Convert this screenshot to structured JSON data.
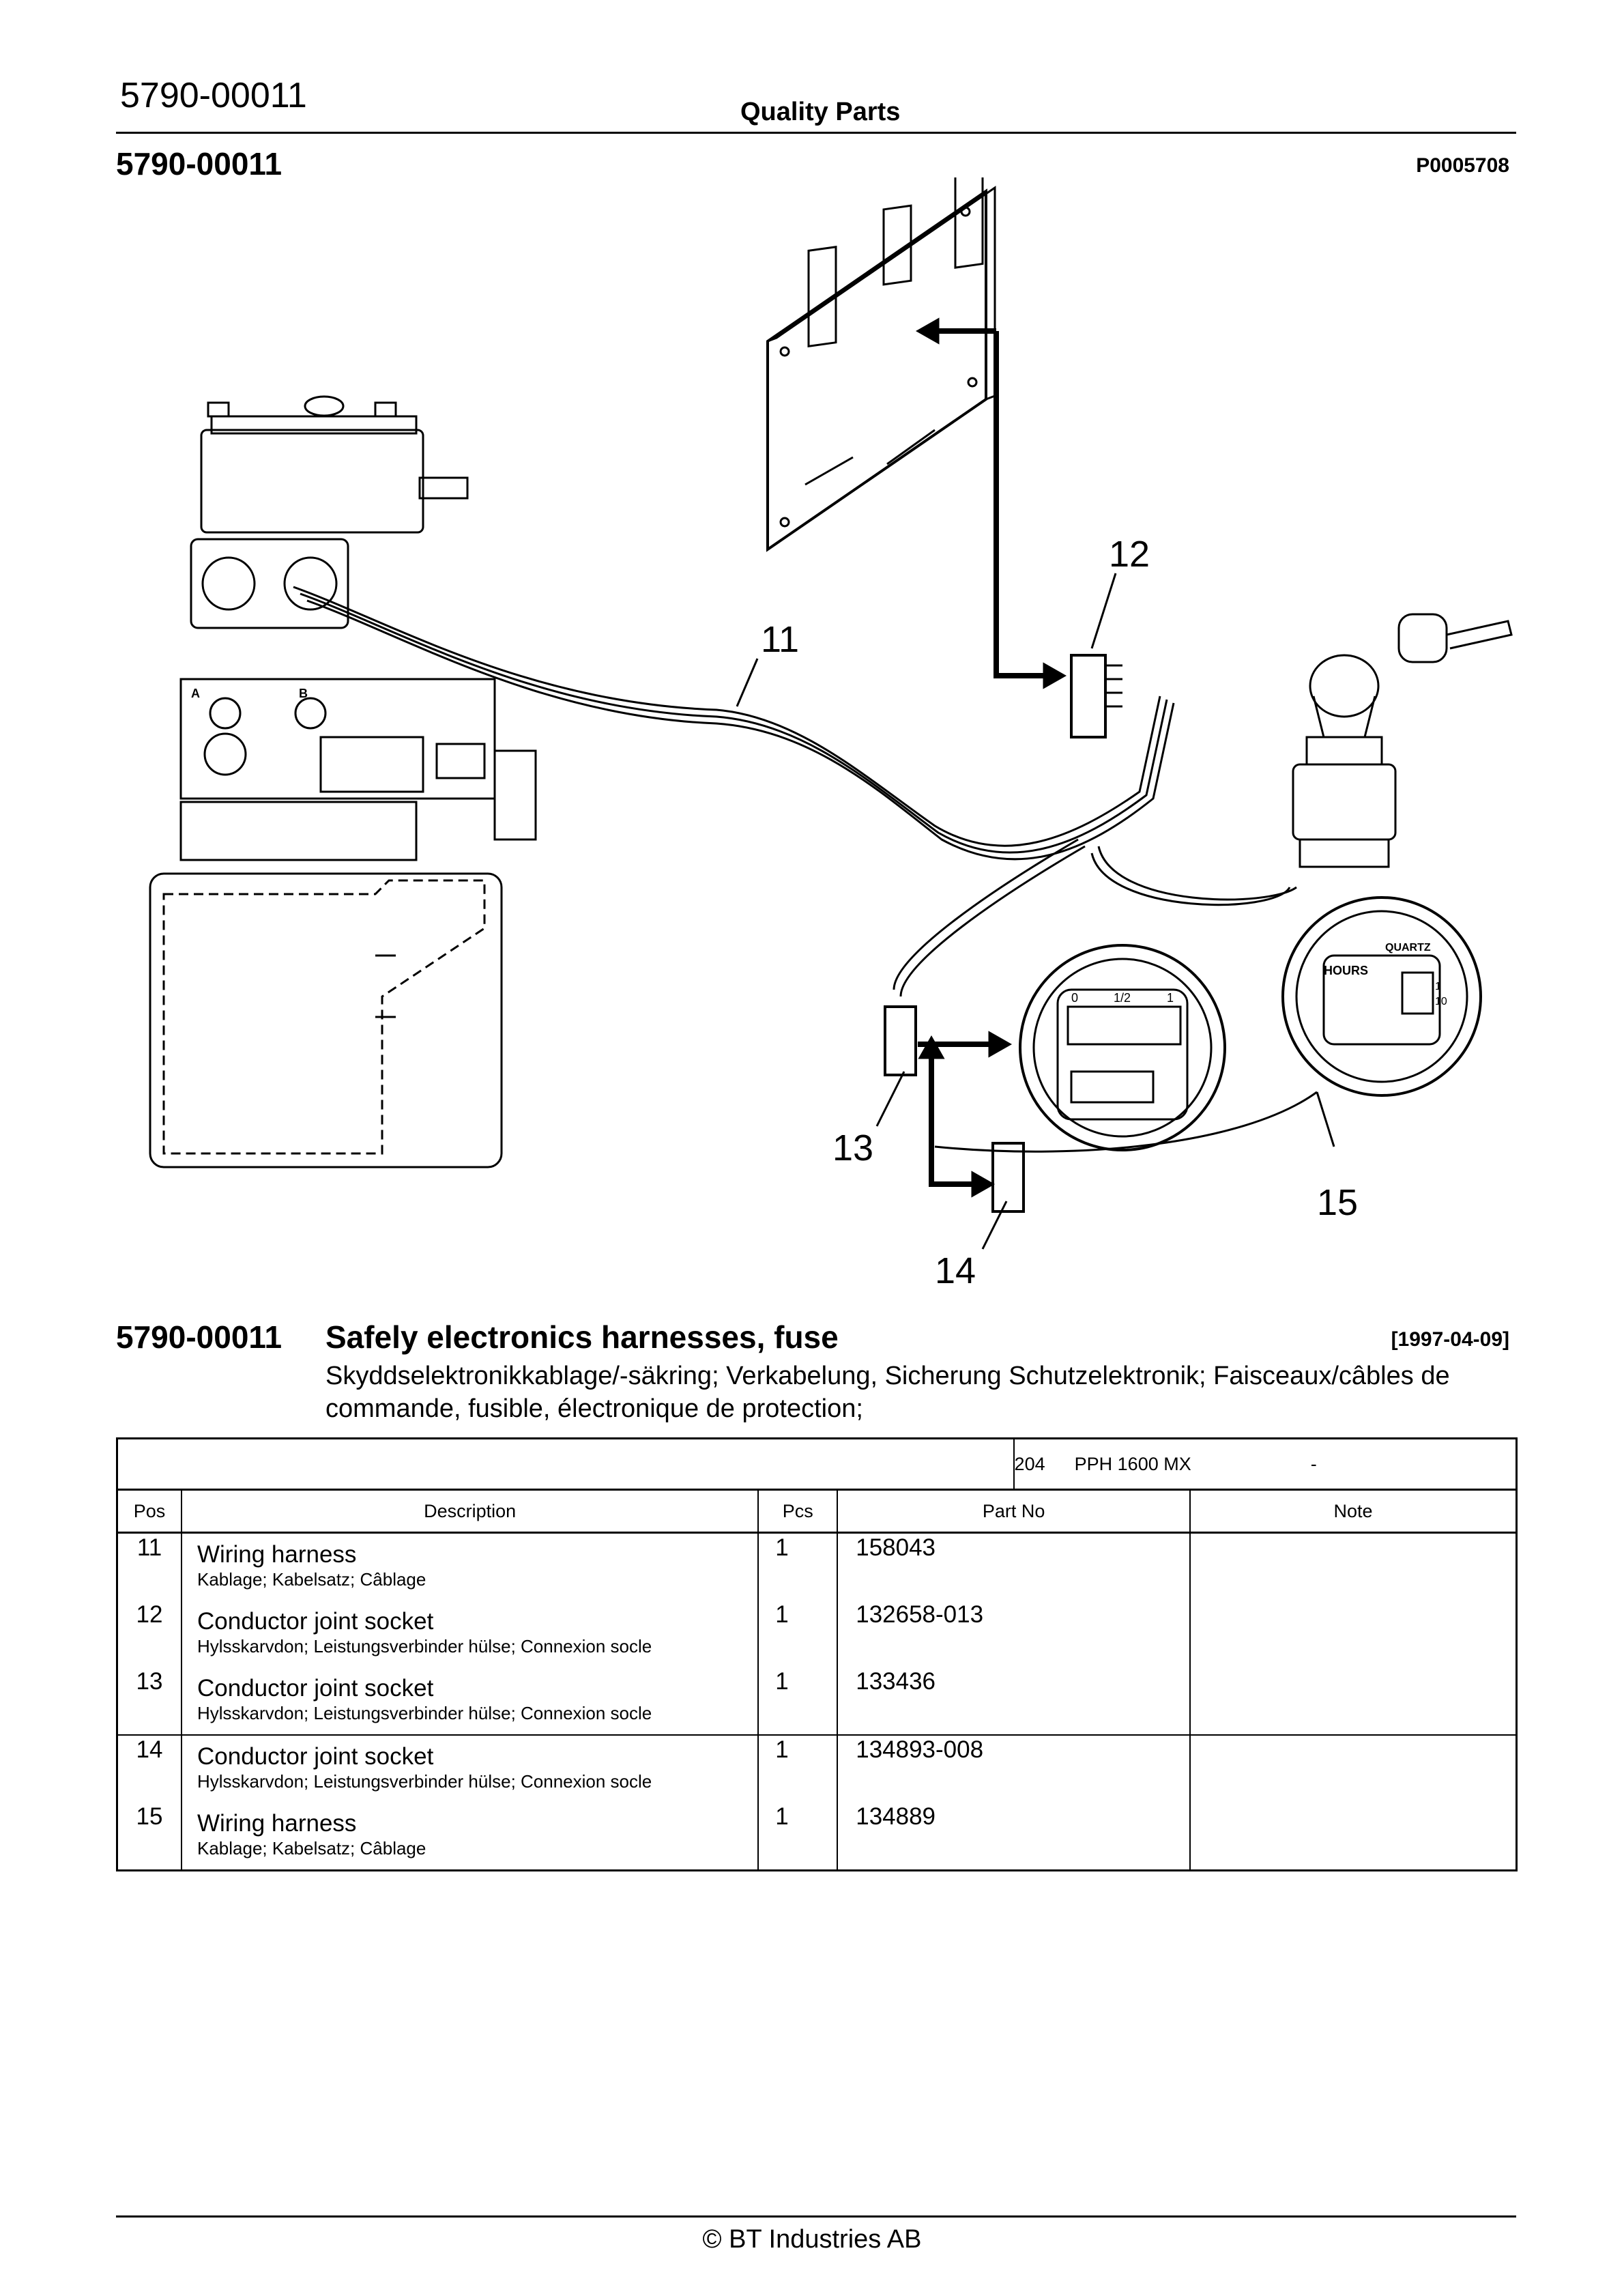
{
  "header": {
    "doc_number": "5790-00011",
    "center_title": "Quality Parts",
    "doc_number_bold": "5790-00011",
    "figure_id": "P0005708"
  },
  "figure": {
    "callouts": [
      "11",
      "12",
      "13",
      "14",
      "15"
    ],
    "gauge_labels": {
      "meter_scale": [
        "0",
        "1/2",
        "1"
      ],
      "quartz": "QUARTZ",
      "hours": "HOURS",
      "digit_1": "1",
      "digit_10": "10",
      "valve_a": "A",
      "valve_b": "B"
    }
  },
  "title": {
    "number": "5790-00011",
    "text": "Safely electronics harnesses, fuse",
    "date": "[1997-04-09]",
    "subtitle": "Skyddselektronikkablage/-säkring; Verkabelung, Sicherung Schutzelektronik; Faisceaux/câbles de commande, fusible, électronique de protection;"
  },
  "table": {
    "model": {
      "code": "204",
      "name": "PPH 1600 MX",
      "suffix": "-"
    },
    "headers": {
      "pos": "Pos",
      "description": "Description",
      "pcs": "Pcs",
      "part_no": "Part No",
      "note": "Note"
    },
    "rows": [
      {
        "pos": "11",
        "description": "Wiring harness",
        "translations": "Kablage; Kabelsatz; Câblage",
        "pcs": "1",
        "part_no": "158043",
        "note": ""
      },
      {
        "pos": "12",
        "description": "Conductor joint socket",
        "translations": "Hylsskarvdon; Leistungsverbinder hülse; Connexion socle",
        "pcs": "1",
        "part_no": "132658-013",
        "note": ""
      },
      {
        "pos": "13",
        "description": "Conductor joint socket",
        "translations": "Hylsskarvdon; Leistungsverbinder hülse; Connexion socle",
        "pcs": "1",
        "part_no": "133436",
        "note": ""
      },
      {
        "pos": "14",
        "description": "Conductor joint socket",
        "translations": "Hylsskarvdon; Leistungsverbinder hülse; Connexion socle",
        "pcs": "1",
        "part_no": "134893-008",
        "note": ""
      },
      {
        "pos": "15",
        "description": "Wiring harness",
        "translations": "Kablage; Kabelsatz; Câblage",
        "pcs": "1",
        "part_no": "134889",
        "note": ""
      }
    ]
  },
  "footer": {
    "copyright": "© BT Industries AB"
  }
}
